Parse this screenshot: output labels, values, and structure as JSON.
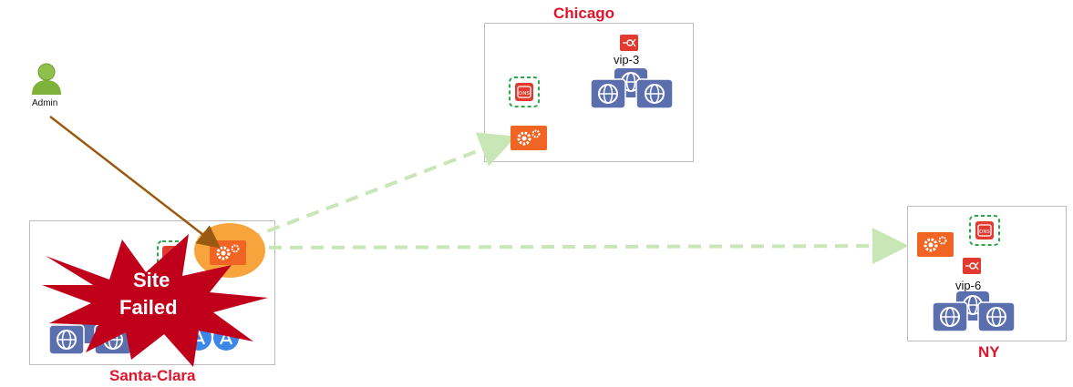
{
  "sites": {
    "chicago": {
      "label": "Chicago",
      "vip": "vip-3"
    },
    "ny": {
      "label": "NY",
      "vip": "vip-6"
    },
    "santa_clara": {
      "label": "Santa-Clara"
    }
  },
  "admin": {
    "label": "Admin"
  },
  "failure": {
    "line1": "Site",
    "line2": "Failed"
  },
  "colors": {
    "site_label": "#e0142c",
    "controller_orange": "#f06424",
    "dns_red": "#e23a2e",
    "dns_border_green": "#2aa84a",
    "web_server_blue": "#5b6fae",
    "replication_arrow": "#c9e6b6",
    "admin_line": "#9a5a10",
    "burst_red": "#c0001a",
    "highlight_orange": "#f7a43c",
    "app_blue": "#3b87e6"
  }
}
